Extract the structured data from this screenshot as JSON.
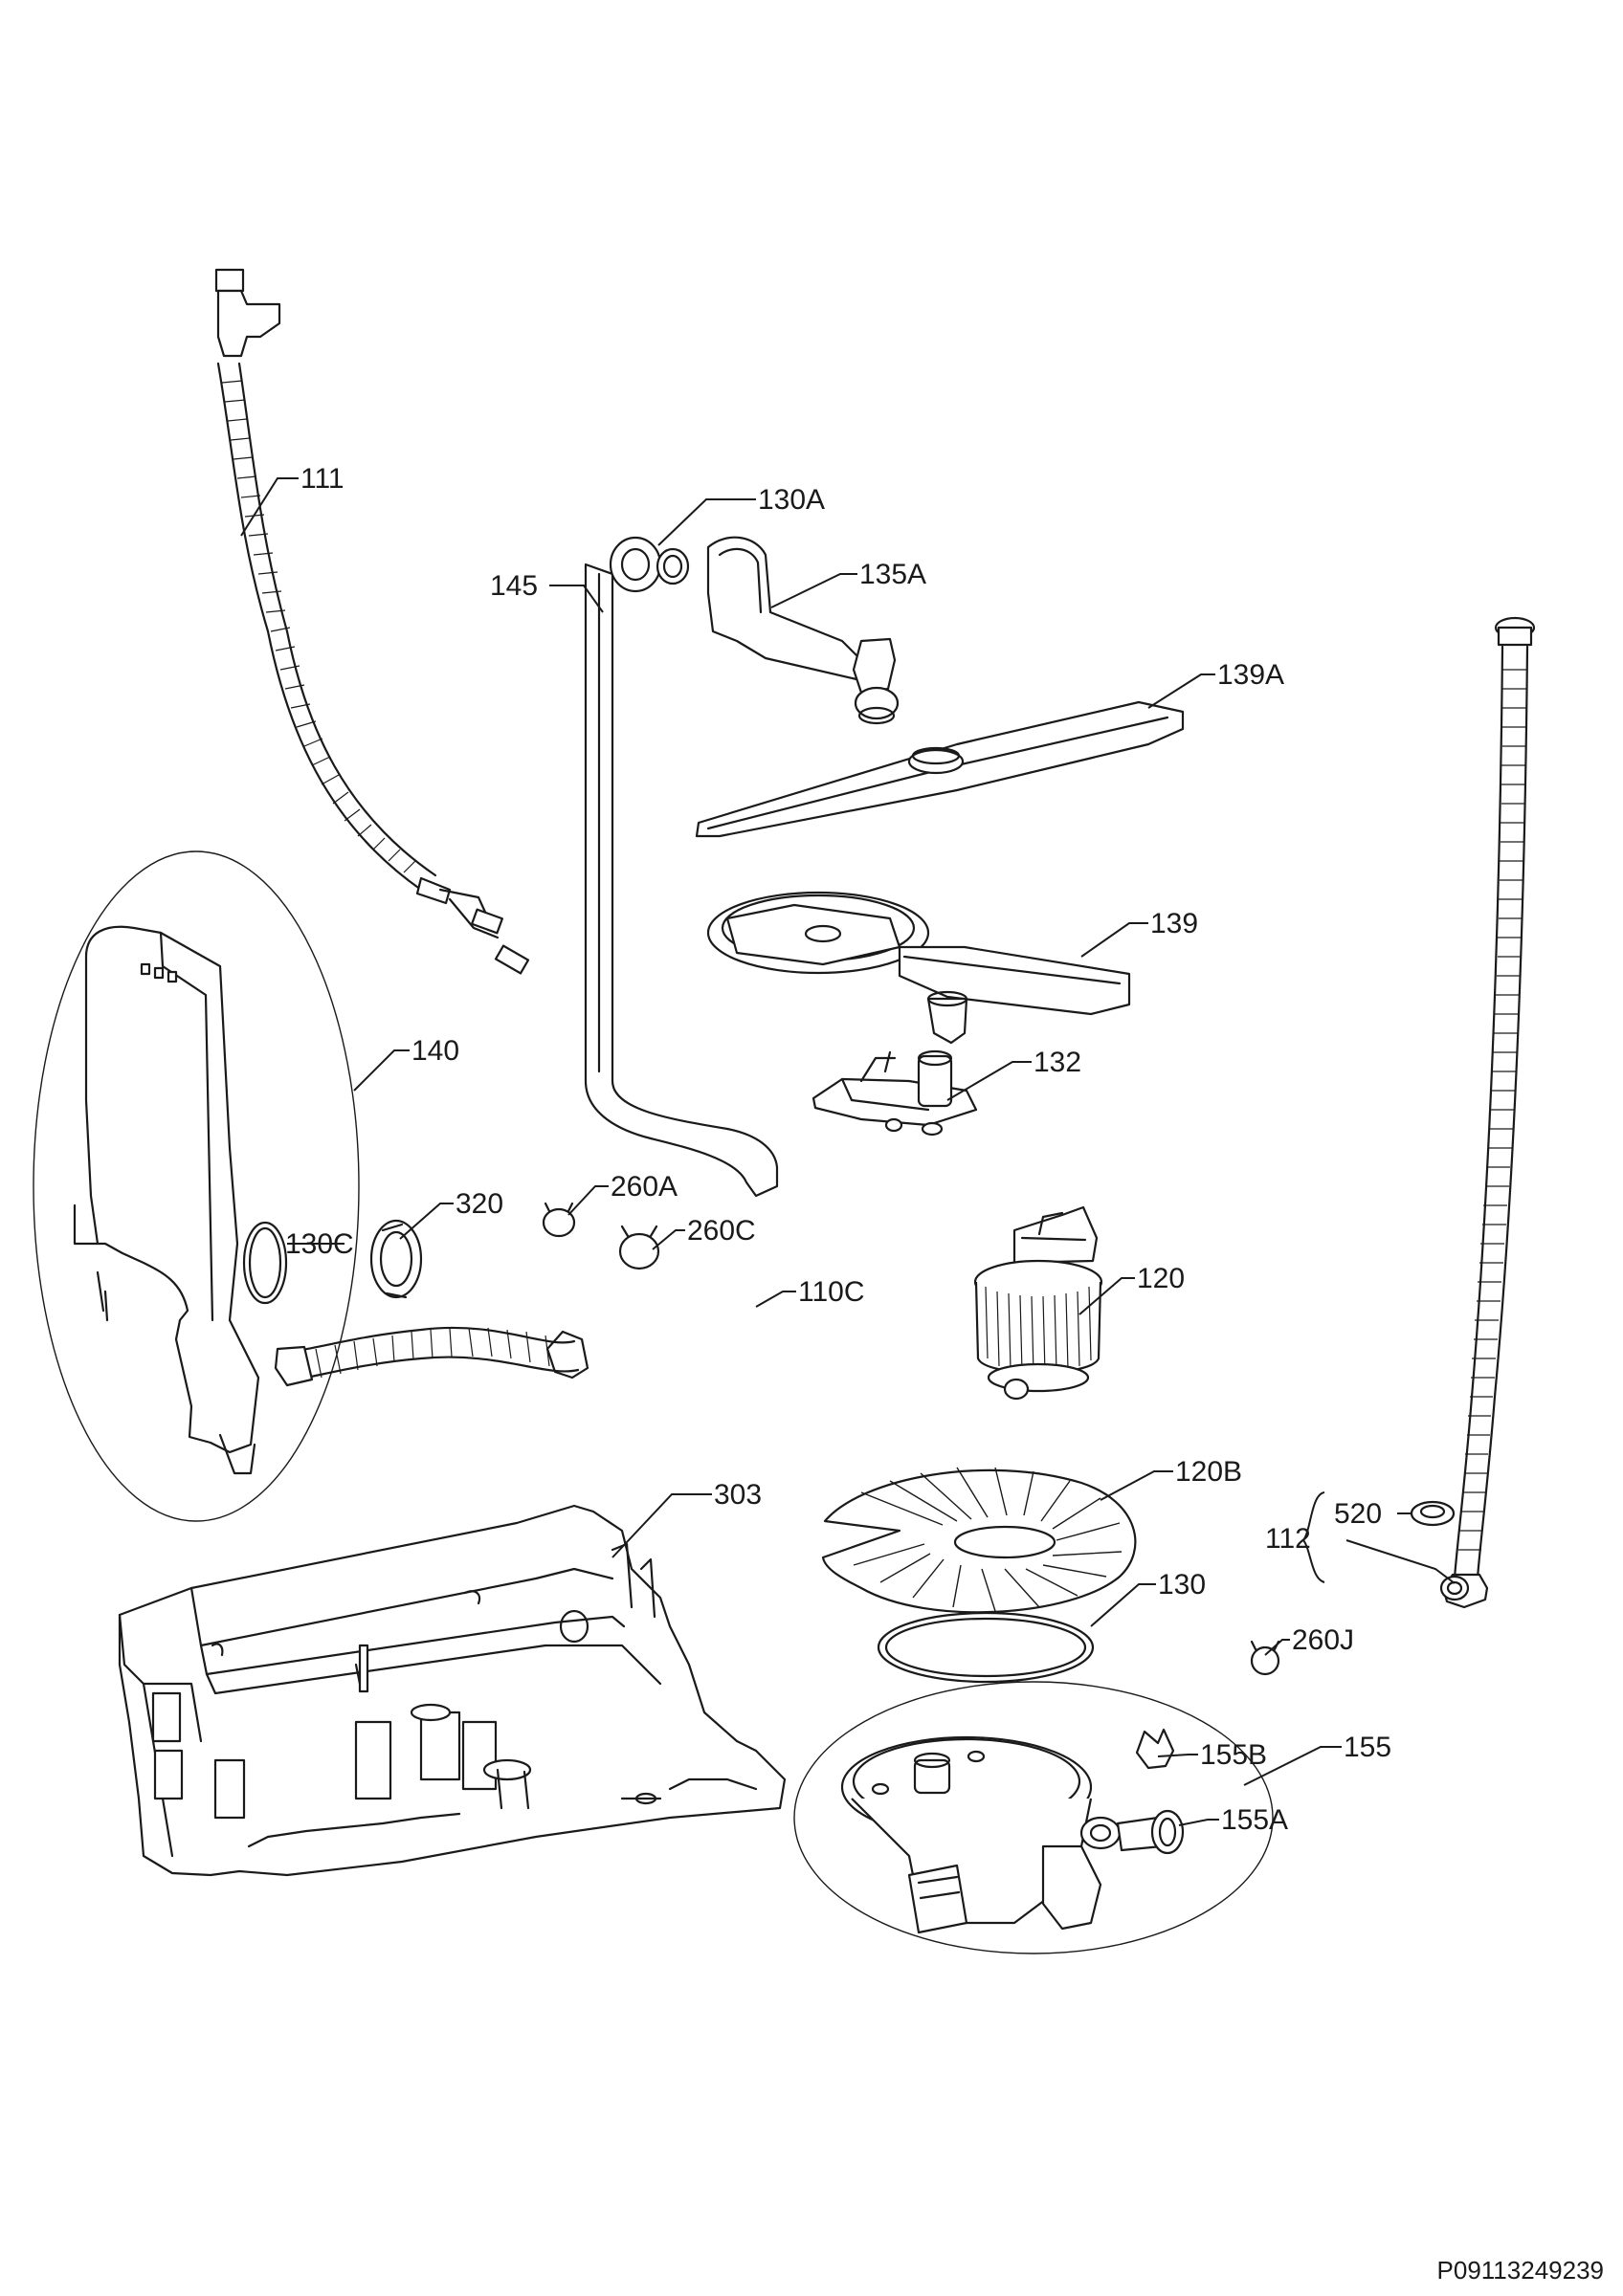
{
  "document_id": "P09113249239",
  "callouts": {
    "c111": "111",
    "c130A": "130A",
    "c135A": "135A",
    "c145": "145",
    "c139A": "139A",
    "c139": "139",
    "c140": "140",
    "c132": "132",
    "c320": "320",
    "c260A": "260A",
    "c130C": "130C",
    "c260C": "260C",
    "c110C": "110C",
    "c120": "120",
    "c120B": "120B",
    "c303": "303",
    "c520": "520",
    "c112": "112",
    "c130": "130",
    "c260J": "260J",
    "c155": "155",
    "c155B": "155B",
    "c155A": "155A"
  }
}
